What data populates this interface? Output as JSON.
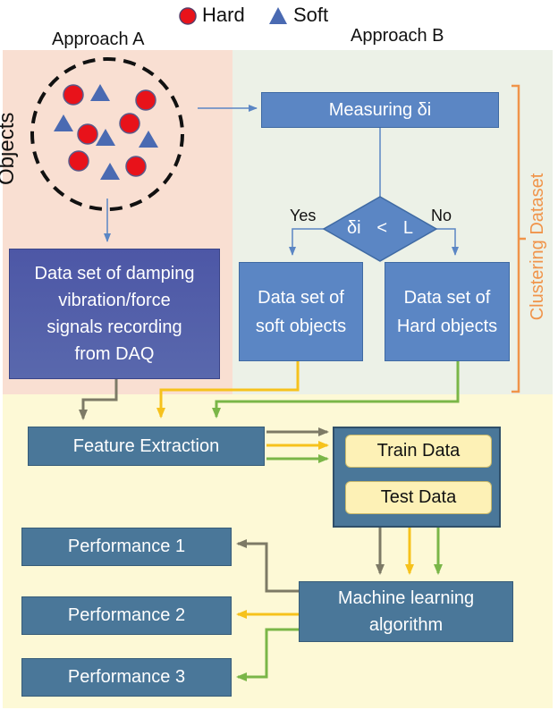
{
  "legend": {
    "hard": "Hard",
    "soft": "Soft"
  },
  "approach_a": "Approach A",
  "approach_b": "Approach B",
  "objects_label": "Objects",
  "measuring": "Measuring δi",
  "decision": {
    "left": "δi",
    "op": "<",
    "right": "L"
  },
  "yes": "Yes",
  "no": "No",
  "clustering_label": "Clustering Dataset",
  "damping_box": [
    "Data set of damping",
    "vibration/force",
    "signals recording",
    "from DAQ"
  ],
  "soft_box": [
    "Data set of",
    "soft objects"
  ],
  "hard_box": [
    "Data set of",
    "Hard objects"
  ],
  "feature_extraction": "Feature Extraction",
  "train_data": "Train Data",
  "test_data": "Test Data",
  "ml_box": [
    "Machine learning",
    "algorithm"
  ],
  "performance": [
    "Performance 1",
    "Performance 2",
    "Performance 3"
  ],
  "colors": {
    "hard": "#e8121a",
    "soft": "#4a6ab2",
    "bracket": "#f0944a",
    "gray": "#7d7a66",
    "yellow": "#f6c21c",
    "green": "#7ab648"
  }
}
